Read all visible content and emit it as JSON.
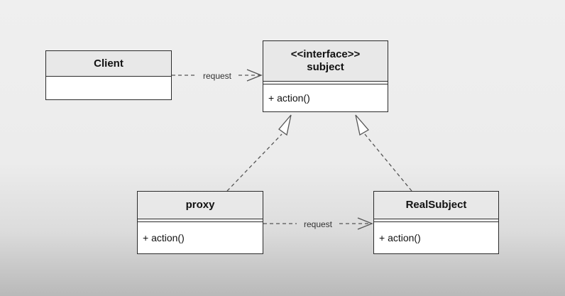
{
  "classes": {
    "client": {
      "name": "Client"
    },
    "subject": {
      "stereotype": "<<interface>>",
      "name": "subject",
      "operation": "+ action()"
    },
    "proxy": {
      "name": "proxy",
      "operation": "+ action()"
    },
    "real_subject": {
      "name": "RealSubject",
      "operation": "+ action()"
    }
  },
  "relations": {
    "client_to_subject": {
      "label": "request"
    },
    "proxy_to_real_subject": {
      "label": "request"
    }
  }
}
